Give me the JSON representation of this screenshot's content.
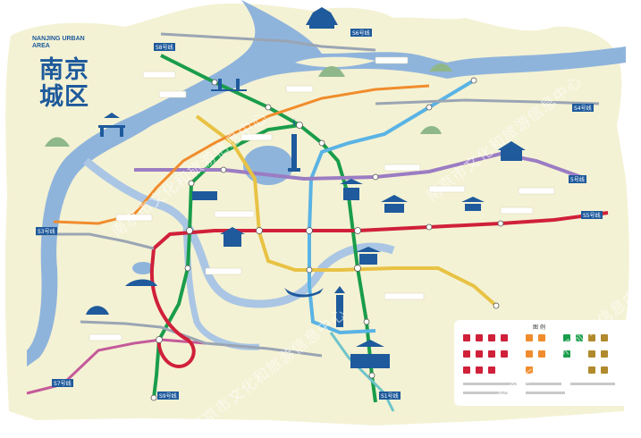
{
  "title": {
    "en": "NANJING URBAN AREA",
    "zh_line1": "南京",
    "zh_line2": "城区"
  },
  "watermark": "南京市文化和旅游信息中心",
  "legend": {
    "title": "图 例"
  },
  "station_tags": [
    "S8号线",
    "S6号线",
    "S4号线",
    "S3号线",
    "S5号线",
    "S1号线",
    "S7号线",
    "S9号线",
    "5号线"
  ],
  "colors": {
    "land": "#f4f2d4",
    "river": "#8fb4dc",
    "line1": "#5ab3e4",
    "line2": "#d0203a",
    "line3": "#1a9d4b",
    "line4": "#9b7cc3",
    "line10": "#e8c244",
    "line_s1": "#6ec4c9",
    "line_s3": "#c45a9a",
    "line_s8": "#f08c2c",
    "line_grey": "#9aa5b4",
    "landmark": "#1e5a9c",
    "title": "#1e5a9c"
  }
}
